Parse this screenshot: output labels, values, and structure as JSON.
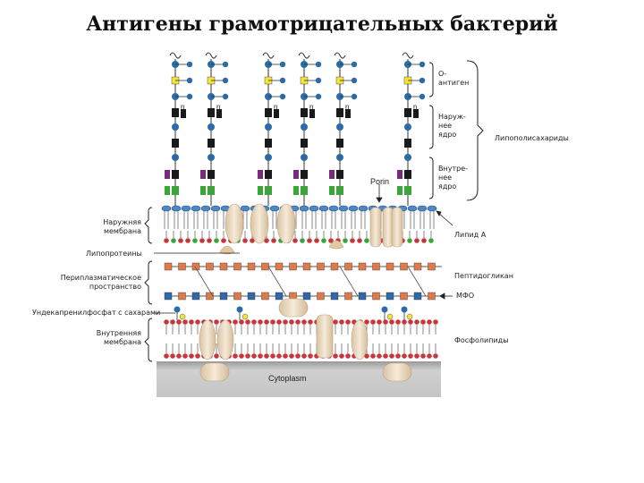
{
  "title": "Антигены грамотрицательных бактерий",
  "right_labels": {
    "o_antigen": "О-\nантиген",
    "outer_core": "Наруж-\nнее\nядро",
    "inner_core": "Внутре-\nнее\nядро",
    "lps": "Липополисахариды",
    "lipid_a": "Липид А",
    "peptidoglycan": "Пептидогликан",
    "mfo": "МФО",
    "phospholipids": "Фосфолипиды"
  },
  "left_labels": {
    "outer_membrane": "Наружняя\nмембрана",
    "lipoproteins": "Липопротеины",
    "periplasm": "Периплазматическое\nпространство",
    "undecaprenyl": "Ундекапренилфосфат с сахарами",
    "inner_membrane": "Внутренняя\nмембрана"
  },
  "figure_labels": {
    "porin": "Porin",
    "cytoplasm": "Cytoplasm",
    "n": "n"
  },
  "colors": {
    "chain_blue": "#2d6aa8",
    "sugar_yellow": "#f2e23a",
    "core_black": "#1a1a1a",
    "kdo_purple": "#7a2a7c",
    "green": "#3aa53a",
    "lipid_head": "#4f86c6",
    "membrane_red": "#c6363c",
    "protein_tan": "#e9d6bb",
    "peptidoglycan_orange": "#e07a4a",
    "cytoplasm_grey": "#c9c9c9"
  }
}
